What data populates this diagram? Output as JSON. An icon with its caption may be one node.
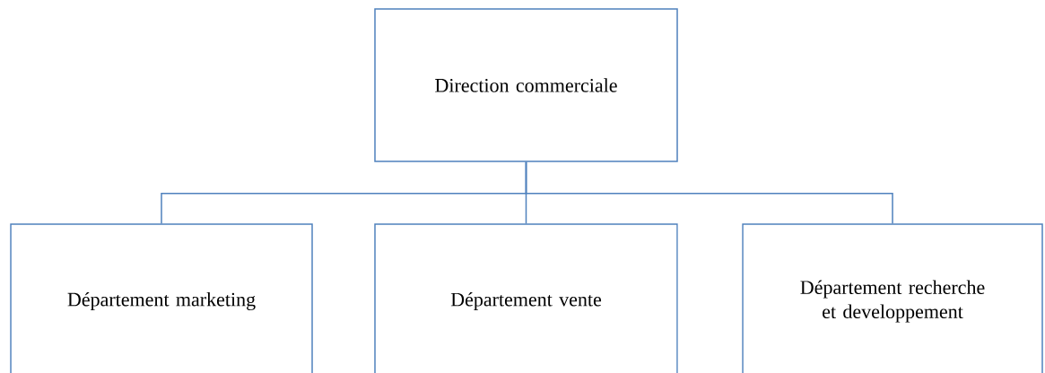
{
  "diagram": {
    "nodes": [
      {
        "text": [
          "Direction commerciale"
        ]
      },
      {
        "text": [
          "Département marketing"
        ]
      },
      {
        "text": [
          "Département vente"
        ]
      },
      {
        "text": [
          "Département recherche et developpement"
        ]
      }
    ],
    "edges": [
      {
        "from": 0,
        "to": 1,
        "arrow": "none"
      },
      {
        "from": 0,
        "to": 2,
        "arrow": "none"
      },
      {
        "from": 0,
        "to": 3,
        "arrow": "none"
      }
    ]
  }
}
